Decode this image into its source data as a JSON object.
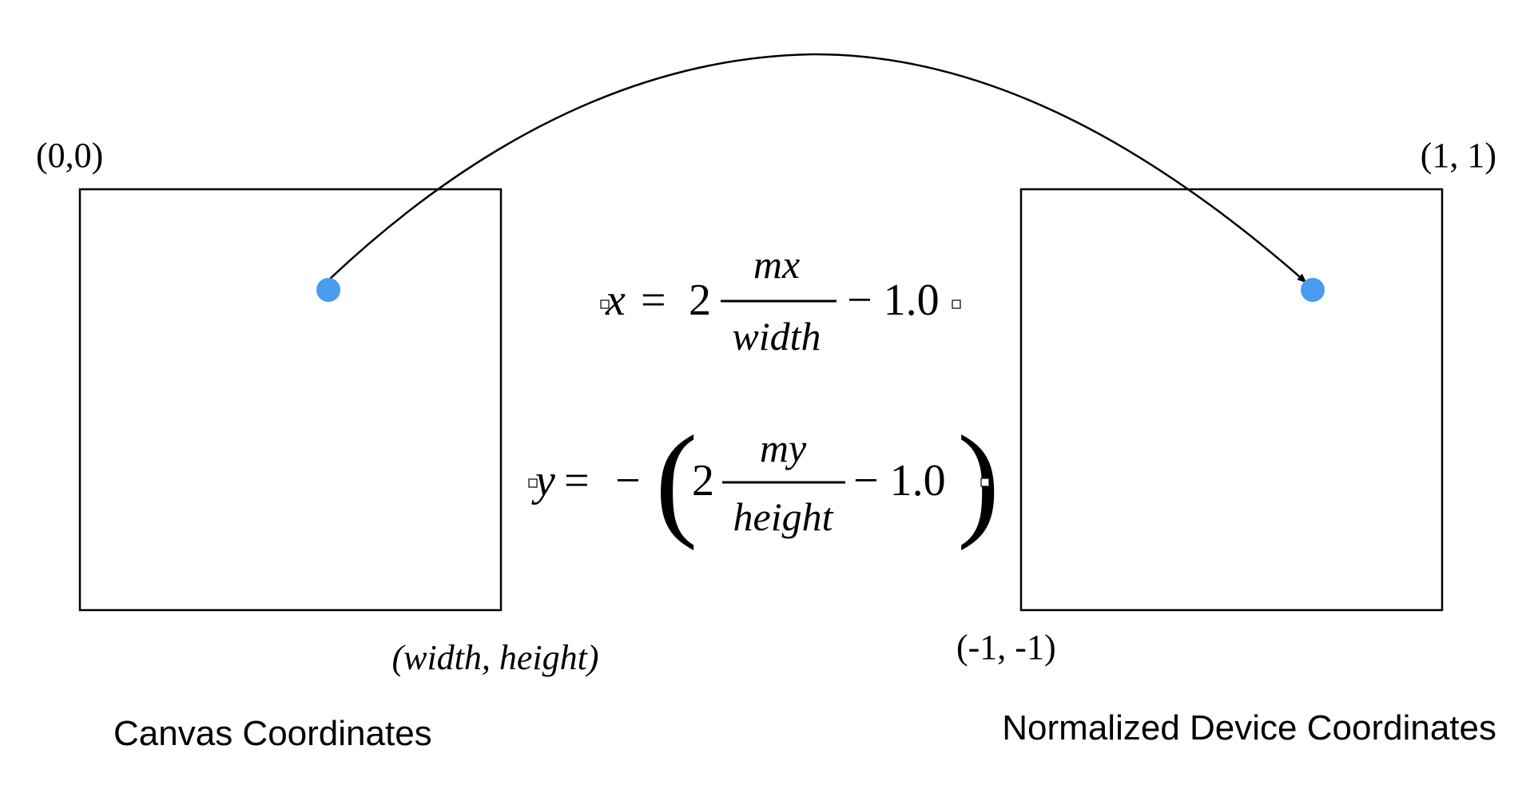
{
  "canvas": {
    "origin_label": "(0,0)",
    "corner_label": "(width, height)",
    "caption": "Canvas Coordinates"
  },
  "ndc": {
    "top_right_label": "(1, 1)",
    "bottom_left_label": "(-1, -1)",
    "caption": "Normalized Device Coordinates"
  },
  "equations": {
    "x": {
      "lhs": "x",
      "equals": "=",
      "coef": "2",
      "numerator": "mx",
      "denominator": "width",
      "tail": "− 1.0"
    },
    "y": {
      "lhs": "y",
      "equals": "=",
      "minus": "−",
      "open_paren": "(",
      "coef": "2",
      "numerator": "my",
      "denominator": "height",
      "tail": "− 1.0",
      "close_paren": ")"
    }
  },
  "colors": {
    "point": "#4a9af0",
    "stroke": "#000000"
  }
}
